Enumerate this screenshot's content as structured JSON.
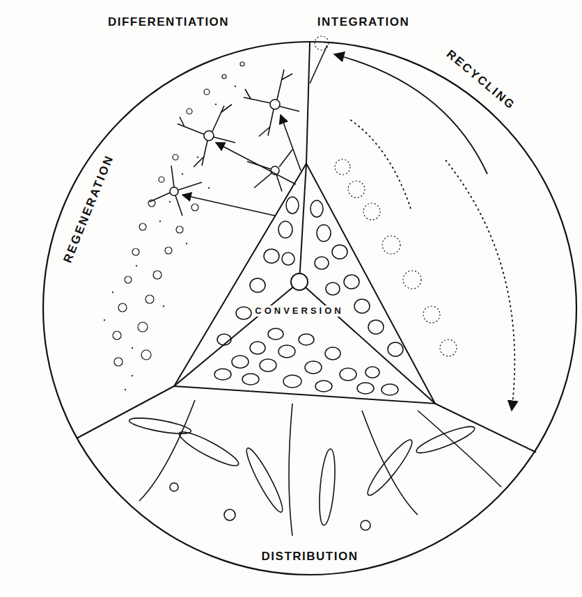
{
  "diagram": {
    "labels": [
      "DIFFERENTIATION",
      "INTEGRATION",
      "RECYCLING",
      "REGENERATION",
      "CONVERSION",
      "DISTRIBUTION"
    ]
  }
}
